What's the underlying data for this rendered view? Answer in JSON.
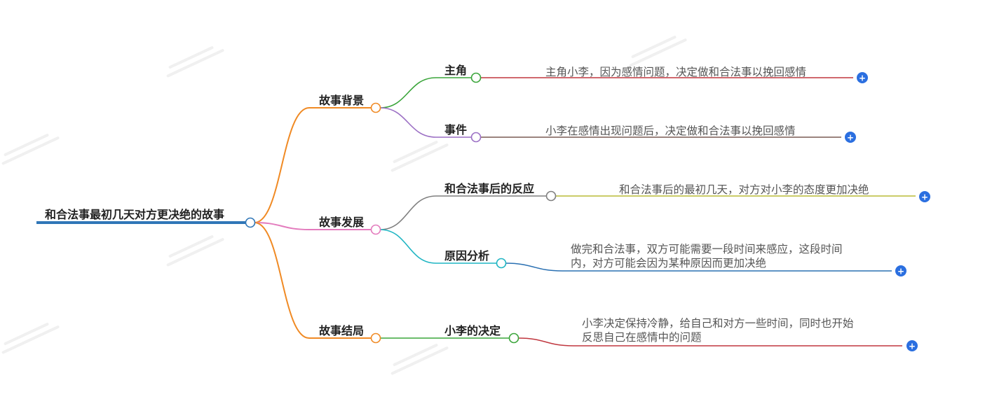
{
  "root": {
    "label": "和合法事最初几天对方更决绝的故事",
    "color": "#2f76b7"
  },
  "branches": [
    {
      "label": "故事背景",
      "color": "#f08a24",
      "children": [
        {
          "label": "主角",
          "color": "#3aa53a",
          "lineColor": "#c0373f",
          "text": [
            "主角小李，因为感情问题，决定做和合法事以挽回感情"
          ]
        },
        {
          "label": "事件",
          "color": "#9b6fc4",
          "lineColor": "#7a5b54",
          "text": [
            "小李在感情出现问题后，决定做和合法事以挽回感情"
          ]
        }
      ]
    },
    {
      "label": "故事发展",
      "color": "#e37bbd",
      "children": [
        {
          "label": "和合法事后的反应",
          "color": "#7f7f7f",
          "lineColor": "#b8bb37",
          "text": [
            "和合法事后的最初几天，对方对小李的态度更加决绝"
          ]
        },
        {
          "label": "原因分析",
          "color": "#1fb5c3",
          "lineColor": "#2a70b2",
          "text": [
            "做完和合法事，双方可能需要一段时间来感应，这段时间",
            "内，对方可能会因为某种原因而更加决绝"
          ]
        }
      ]
    },
    {
      "label": "故事结局",
      "color": "#f08a24",
      "children": [
        {
          "label": "小李的决定",
          "color": "#3aa53a",
          "lineColor": "#c0373f",
          "text": [
            "小李决定保持冷静，给自己和对方一些时间，同时也开始",
            "反思自己在感情中的问题"
          ]
        }
      ]
    }
  ],
  "expand_button": {
    "symbol": "+",
    "color": "#2b6fe0"
  }
}
